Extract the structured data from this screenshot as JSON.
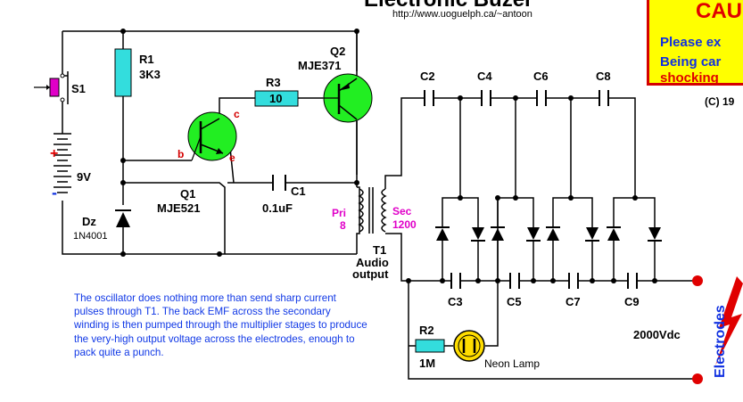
{
  "header": {
    "title": "Electronic Buzer",
    "url": "http://www.uoguelph.ca/~antoon",
    "copyright": "(C) 19"
  },
  "caution": {
    "title": "CAU",
    "line1": "Please ex",
    "line2": "Being car",
    "line3": "shocking"
  },
  "components": {
    "s1": "S1",
    "r1_name": "R1",
    "r1_value": "3K3",
    "r3_name": "R3",
    "r3_value": "10",
    "q2_name": "Q2",
    "q2_part": "MJE371",
    "q1_name": "Q1",
    "q1_part": "MJE521",
    "q1_b": "b",
    "q1_c": "c",
    "q1_e": "e",
    "battery": "9V",
    "plus": "+",
    "minus": "-",
    "c1_name": "C1",
    "c1_value": "0.1uF",
    "dz_name": "Dz",
    "dz_part": "1N4001",
    "pri": "Pri",
    "pri_value": "8",
    "sec": "Sec",
    "sec_value": "1200",
    "t1_line1": "T1",
    "t1_line2": "Audio",
    "t1_line3": "output",
    "caps_top": [
      "C2",
      "C4",
      "C6",
      "C8"
    ],
    "caps_bottom": [
      "C3",
      "C5",
      "C7",
      "C9"
    ],
    "r2_name": "R2",
    "r2_value": "1M",
    "neon": "Neon Lamp",
    "output_voltage": "2000Vdc",
    "electrodes": "Electrodes"
  },
  "description": "The oscillator does nothing more than send sharp current pulses through T1. The back EMF across the secondary winding is then pumped through the multiplier stages to produce the very-high output voltage across the electrodes, enough to pack quite a punch.",
  "colors": {
    "resistor": "#33dddd",
    "transistor": "#22ee22",
    "switch": "#e000c8",
    "battery_plus": "#e00000",
    "battery_minus": "#1030e0",
    "electrode_dot": "#e00000",
    "neon": "#ffdd00",
    "caution_bg": "#ffff00",
    "caution_border": "#d40000",
    "text_blue": "#1038e6"
  }
}
